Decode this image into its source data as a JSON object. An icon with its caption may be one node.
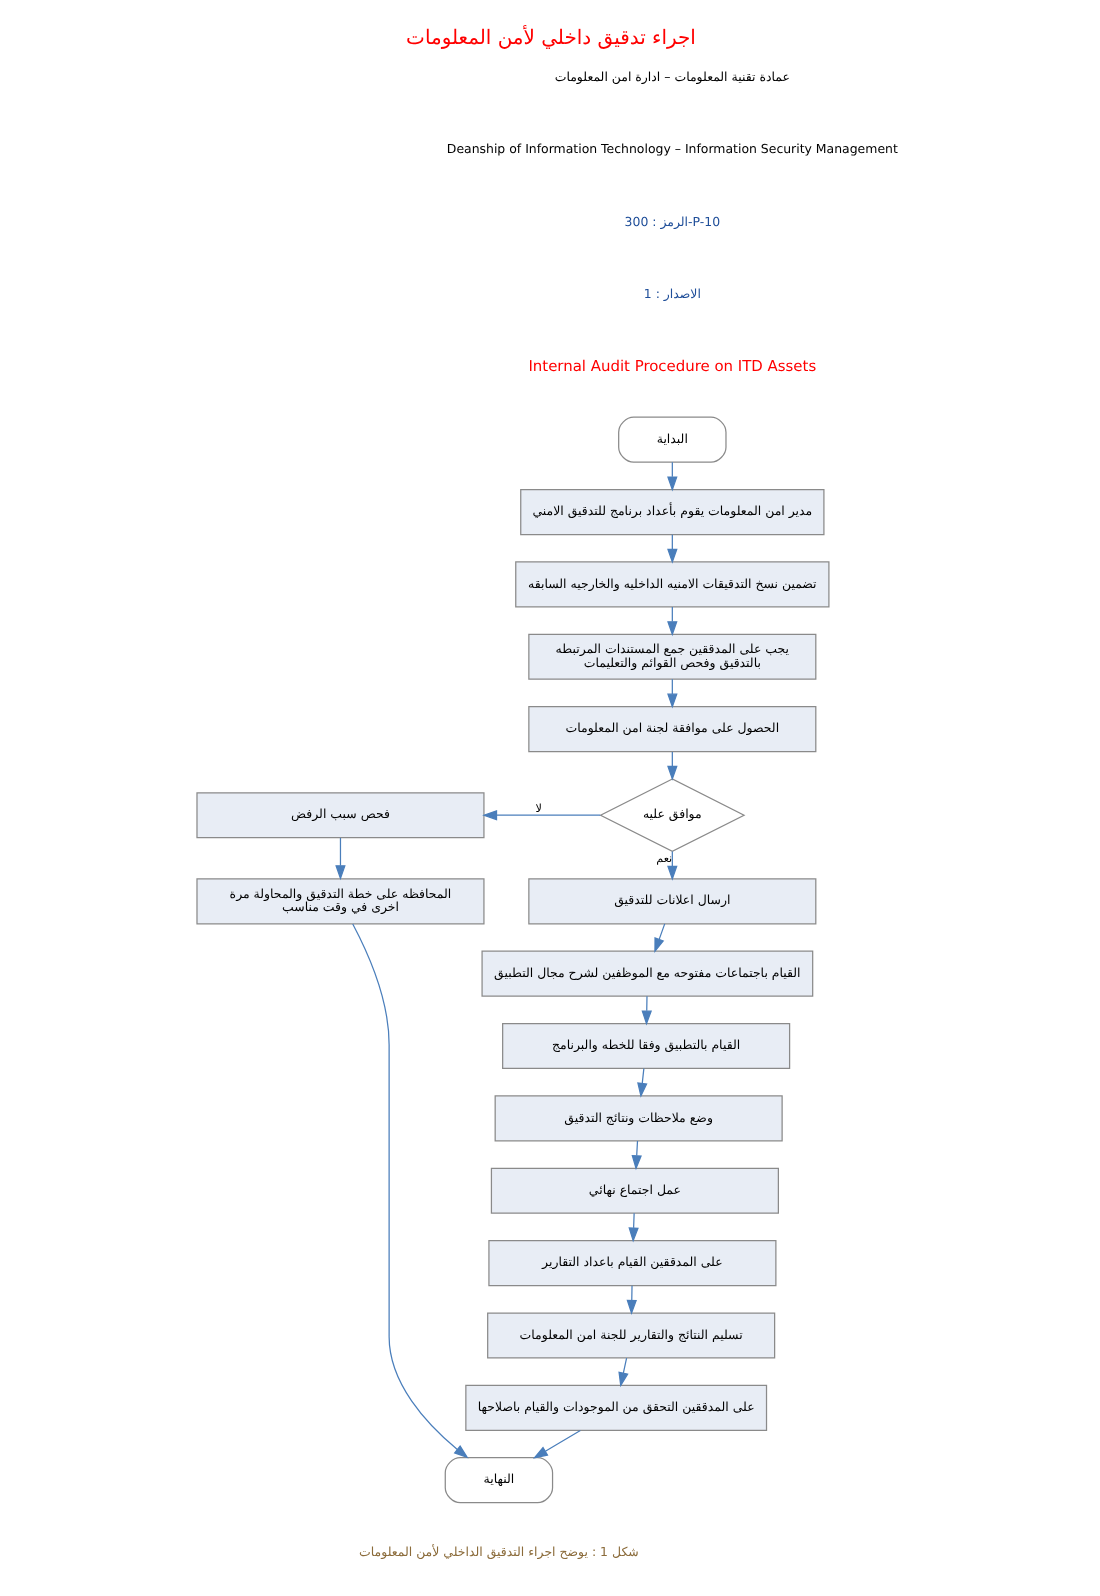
{
  "diagram": {
    "title": "اجراء تدقيق داخلي لأمن المعلومات",
    "caption": "شكل 1 : يوضح اجراء التدقيق الداخلي لأمن المعلومات",
    "nodes": [
      {
        "text": [
          "البداية"
        ]
      },
      {
        "text": [
          "مدير امن المعلومات يقوم بأعداد برنامج للتدقيق الامني"
        ]
      },
      {
        "text": [
          "تضمين نسخ التدقيقات الامنيه الداخليه والخارجيه السابقه"
        ]
      },
      {
        "text": [
          "يجب على المدققين جمع المستندات المرتبطه بالتدقيق وفحص القوائم والتعليمات"
        ]
      },
      {
        "text": [
          "الحصول على موافقة لجنة امن المعلومات"
        ]
      },
      {
        "text": [
          "موافق عليه"
        ]
      },
      {
        "text": [
          "فحص سبب الرفض"
        ]
      },
      {
        "text": [
          "المحافظه على خطة التدقيق والمحاولة مرة اخرى في وقت مناسب"
        ]
      },
      {
        "text": [
          "ارسال اعلانات للتدقيق"
        ]
      },
      {
        "text": [
          "القيام باجتماعات مفتوحه مع الموظفين لشرح مجال التطبيق"
        ]
      },
      {
        "text": [
          "القيام بالتطبيق وفقا للخطه والبرنامج"
        ]
      },
      {
        "text": [
          "وضع ملاحظات ونتائج التدقيق"
        ]
      },
      {
        "text": [
          "عمل اجتماع نهائي"
        ]
      },
      {
        "text": [
          "على المدققين القيام باعداد التقارير"
        ]
      },
      {
        "text": [
          "تسليم النتائج والتقارير للجنة امن المعلومات"
        ]
      },
      {
        "text": [
          "على المدققين التحقق من الموجودات والقيام باصلاحها"
        ]
      },
      {
        "text": [
          "النهاية"
        ]
      }
    ],
    "edges": [
      {
        "from": 0,
        "to": 1,
        "arrow": "to"
      },
      {
        "from": 1,
        "to": 2,
        "arrow": "to"
      },
      {
        "from": 2,
        "to": 3,
        "arrow": "to"
      },
      {
        "from": 3,
        "to": 4,
        "arrow": "to"
      },
      {
        "from": 4,
        "to": 5,
        "arrow": "to"
      },
      {
        "from": 5,
        "to": 6,
        "arrow": "to",
        "label": "لا"
      },
      {
        "from": 5,
        "to": 8,
        "arrow": "to",
        "label": "نعم"
      },
      {
        "from": 6,
        "to": 7,
        "arrow": "to"
      },
      {
        "from": 7,
        "to": 16,
        "arrow": "to"
      },
      {
        "from": 8,
        "to": 9,
        "arrow": "to"
      },
      {
        "from": 9,
        "to": 10,
        "arrow": "to"
      },
      {
        "from": 10,
        "to": 11,
        "arrow": "to"
      },
      {
        "from": 11,
        "to": 12,
        "arrow": "to"
      },
      {
        "from": 12,
        "to": 13,
        "arrow": "to"
      },
      {
        "from": 13,
        "to": 14,
        "arrow": "to"
      },
      {
        "from": 14,
        "to": 15,
        "arrow": "to"
      },
      {
        "from": 15,
        "to": 16,
        "arrow": "to"
      }
    ],
    "labels": [
      "عمادة تقنية المعلومات – ادارة امن المعلومات",
      "Deanship of Information Technology – Information Security Management",
      "الرمز : 300-P-10",
      "الاصدار : 1",
      "Internal Audit Procedure on ITD Assets"
    ]
  }
}
